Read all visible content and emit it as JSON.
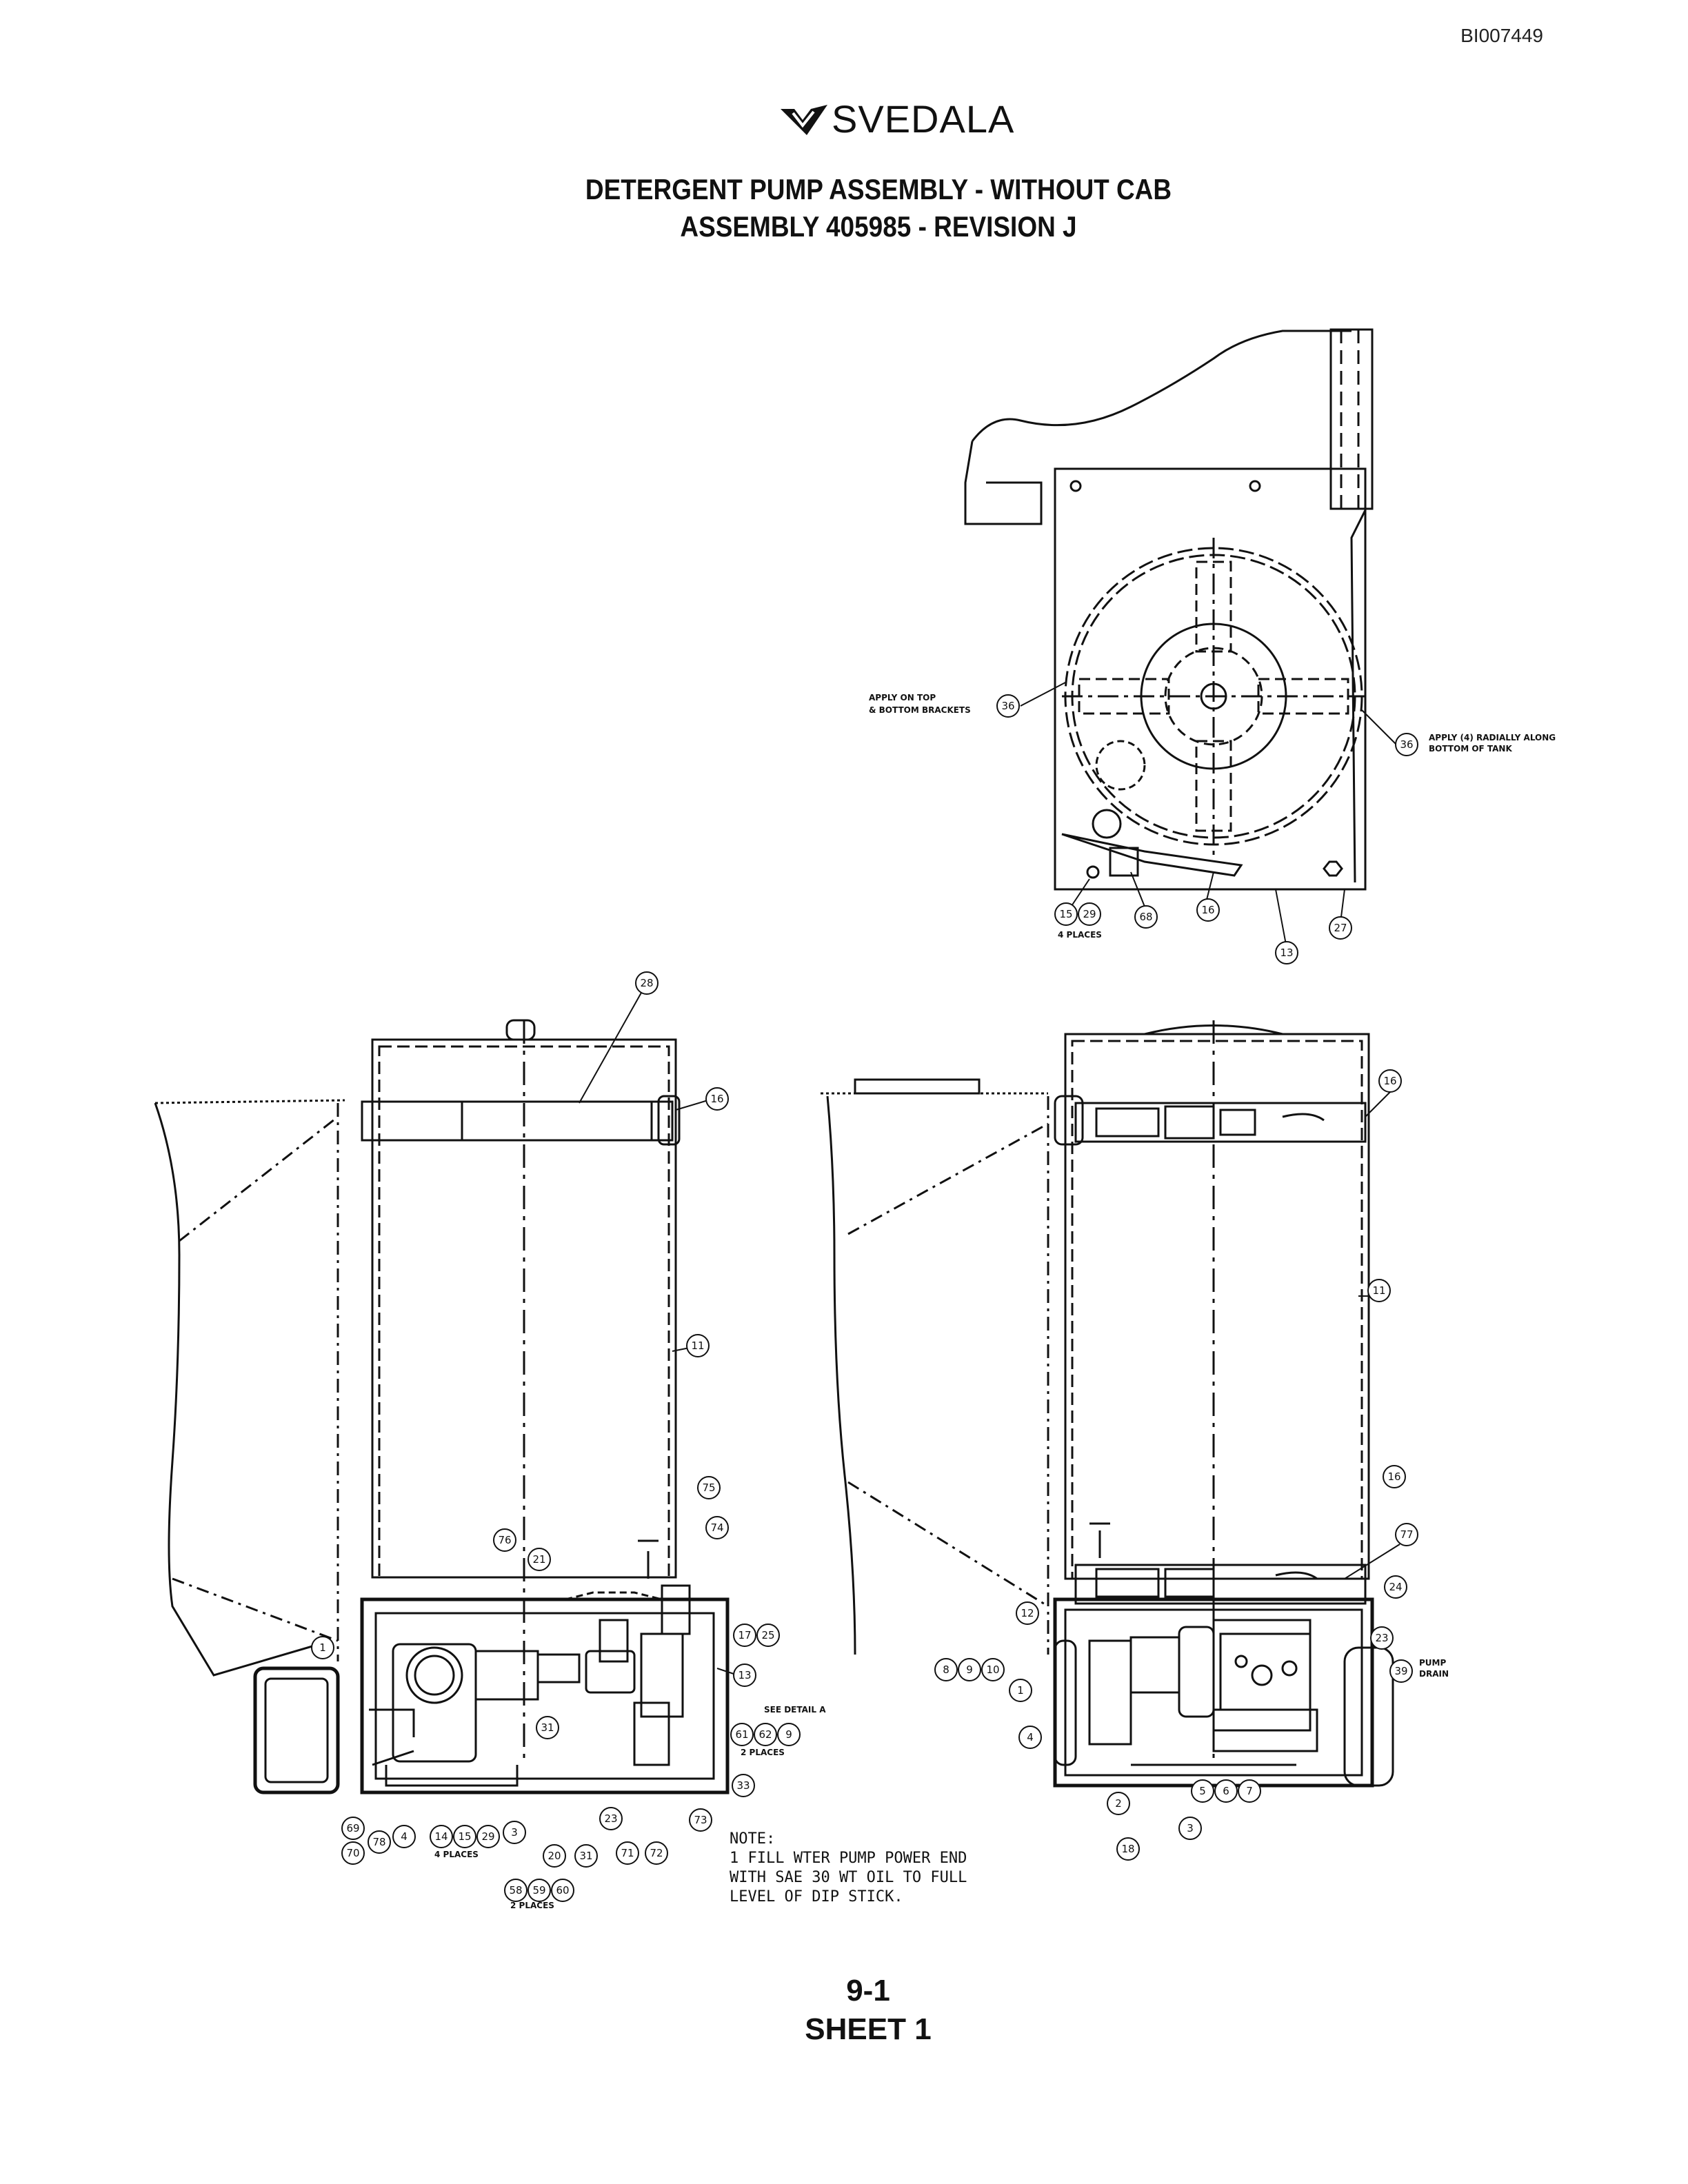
{
  "document": {
    "id": "BI007449",
    "brand": "SVEDALA",
    "title_line1": "DETERGENT PUMP ASSEMBLY - WITHOUT CAB",
    "title_line2": "ASSEMBLY 405985 - REVISION J",
    "page_number": "9-1",
    "sheet": "SHEET 1"
  },
  "top_view": {
    "notes": {
      "apply_left_line1": "APPLY ON TOP",
      "apply_left_line2": "& BOTTOM BRACKETS",
      "apply_right_line1": "APPLY (4) RADIALLY ALONG",
      "apply_right_line2": "BOTTOM OF TANK",
      "places": "4 PLACES"
    },
    "callouts": [
      "36",
      "36",
      "15",
      "29",
      "68",
      "16",
      "27",
      "13"
    ]
  },
  "left_view": {
    "callouts": [
      "28",
      "16",
      "11",
      "75",
      "74",
      "76",
      "21",
      "1",
      "17",
      "25",
      "13",
      "31",
      "61",
      "62",
      "9",
      "33",
      "73",
      "69",
      "78",
      "4",
      "14",
      "15",
      "29",
      "3",
      "23",
      "20",
      "31",
      "71",
      "72",
      "70",
      "58",
      "59",
      "60"
    ],
    "labels": {
      "see_detail": "SEE DETAIL A",
      "two_places_a": "2 PLACES",
      "four_places": "4 PLACES",
      "two_places_b": "2 PLACES"
    }
  },
  "right_view": {
    "callouts": [
      "16",
      "11",
      "16",
      "77",
      "24",
      "12",
      "23",
      "39",
      "8",
      "9",
      "10",
      "1",
      "4",
      "2",
      "5",
      "6",
      "7",
      "3",
      "18"
    ],
    "labels": {
      "pump_drain_line1": "PUMP",
      "pump_drain_line2": "DRAIN"
    }
  },
  "note": {
    "heading": "NOTE:",
    "line1": "1  FILL WTER PUMP POWER END",
    "line2": "WITH SAE 30 WT OIL TO FULL",
    "line3": "LEVEL OF DIP STICK."
  }
}
